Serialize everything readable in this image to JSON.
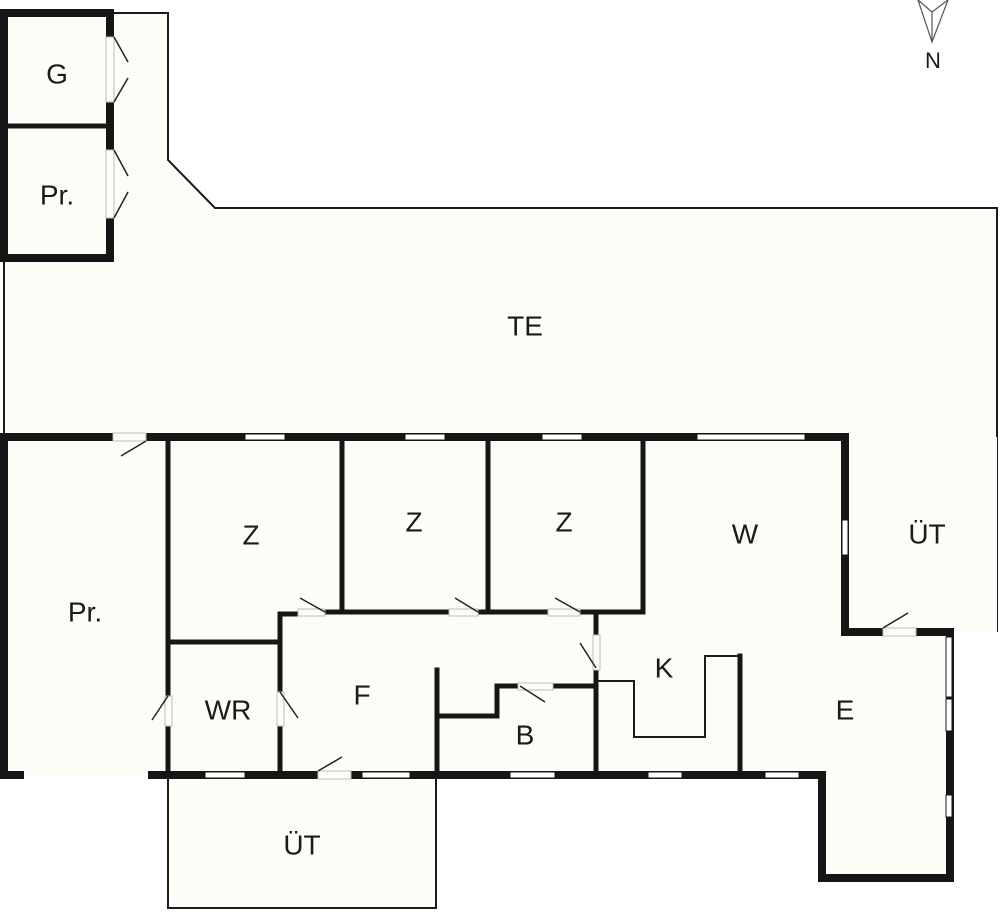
{
  "plan": {
    "type": "floor-plan",
    "compass": {
      "label": "N"
    },
    "rooms": {
      "g": {
        "label": "G"
      },
      "pr_top": {
        "label": "Pr."
      },
      "te": {
        "label": "TE"
      },
      "pr_left": {
        "label": "Pr."
      },
      "z1": {
        "label": "Z"
      },
      "z2": {
        "label": "Z"
      },
      "z3": {
        "label": "Z"
      },
      "w": {
        "label": "W"
      },
      "ut_right": {
        "label": "ÜT"
      },
      "wr": {
        "label": "WR"
      },
      "f": {
        "label": "F"
      },
      "k": {
        "label": "K"
      },
      "b": {
        "label": "B"
      },
      "e": {
        "label": "E"
      },
      "ut_bottom": {
        "label": "ÜT"
      }
    },
    "colors": {
      "floor": "#fdfdf8",
      "wall": "#161616",
      "background": "#ffffff"
    }
  }
}
